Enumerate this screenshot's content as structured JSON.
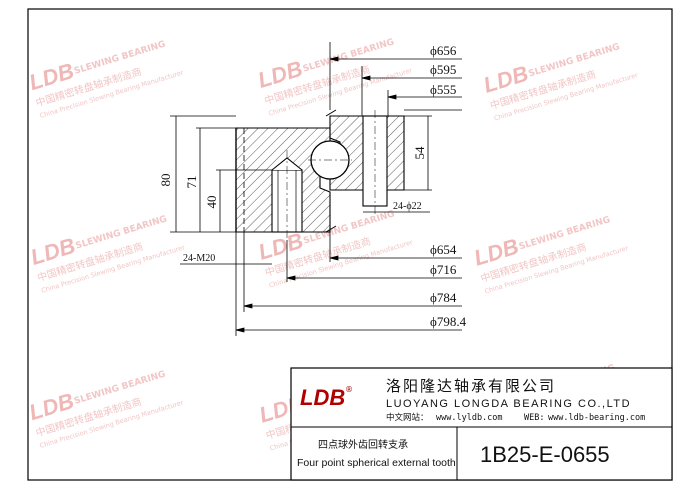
{
  "watermark": {
    "brand": "LDB",
    "slogan": "SLEWING BEARING",
    "cn": "中国精密转盘轴承制造商",
    "en": "China Precision Slewing Bearing Manufacturer",
    "color": "#f0b7b7"
  },
  "dimensions": {
    "d656": "ϕ656",
    "d595": "ϕ595",
    "d555": "ϕ555",
    "d654": "ϕ654",
    "d716": "ϕ716",
    "d784": "ϕ784",
    "d798": "ϕ798.4",
    "h80": "80",
    "h71": "71",
    "h40": "40",
    "h54": "54",
    "holes_outer": "24-M20",
    "holes_inner": "24-ϕ22"
  },
  "title_block": {
    "logo": "LDB",
    "logo_color": "#b00000",
    "company_cn": "洛阳隆达轴承有限公司",
    "company_en": "LUOYANG LONGDA BEARING CO.,LTD",
    "web_cn_label": "中文网站：",
    "web_cn": "www.lyldb.com",
    "web_en_label": "WEB:",
    "web_en": "www.ldb-bearing.com",
    "type_cn": "四点球外齿回转支承",
    "type_en": "Four point spherical external tooth",
    "model": "1B25-E-0655"
  }
}
